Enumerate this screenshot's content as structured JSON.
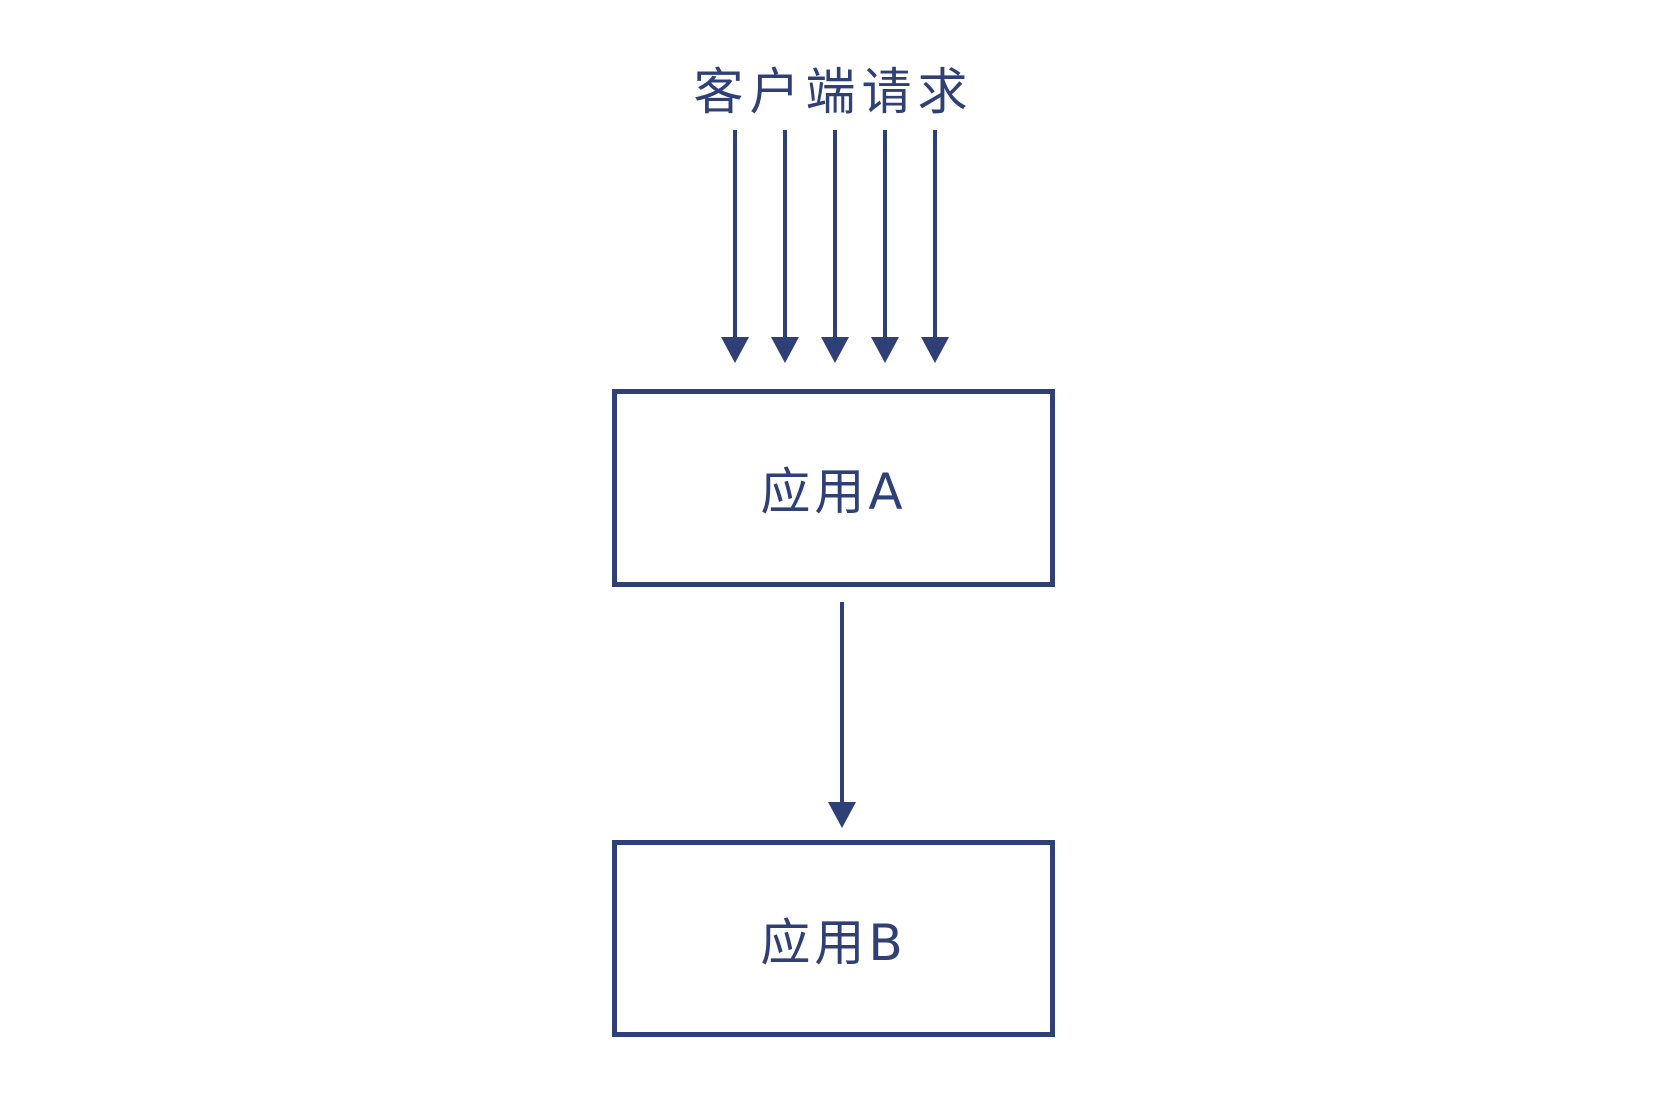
{
  "diagram": {
    "title": "客户端请求",
    "nodes": [
      {
        "id": "app-a",
        "label": "应用A"
      },
      {
        "id": "app-b",
        "label": "应用B"
      }
    ],
    "edges": [
      {
        "from": "客户端请求",
        "to": "应用A",
        "arrow_count": 5,
        "direction": "down"
      },
      {
        "from": "应用A",
        "to": "应用B",
        "arrow_count": 1,
        "direction": "down"
      }
    ]
  },
  "colors": {
    "ink": "#2e4076",
    "background": "#ffffff"
  }
}
